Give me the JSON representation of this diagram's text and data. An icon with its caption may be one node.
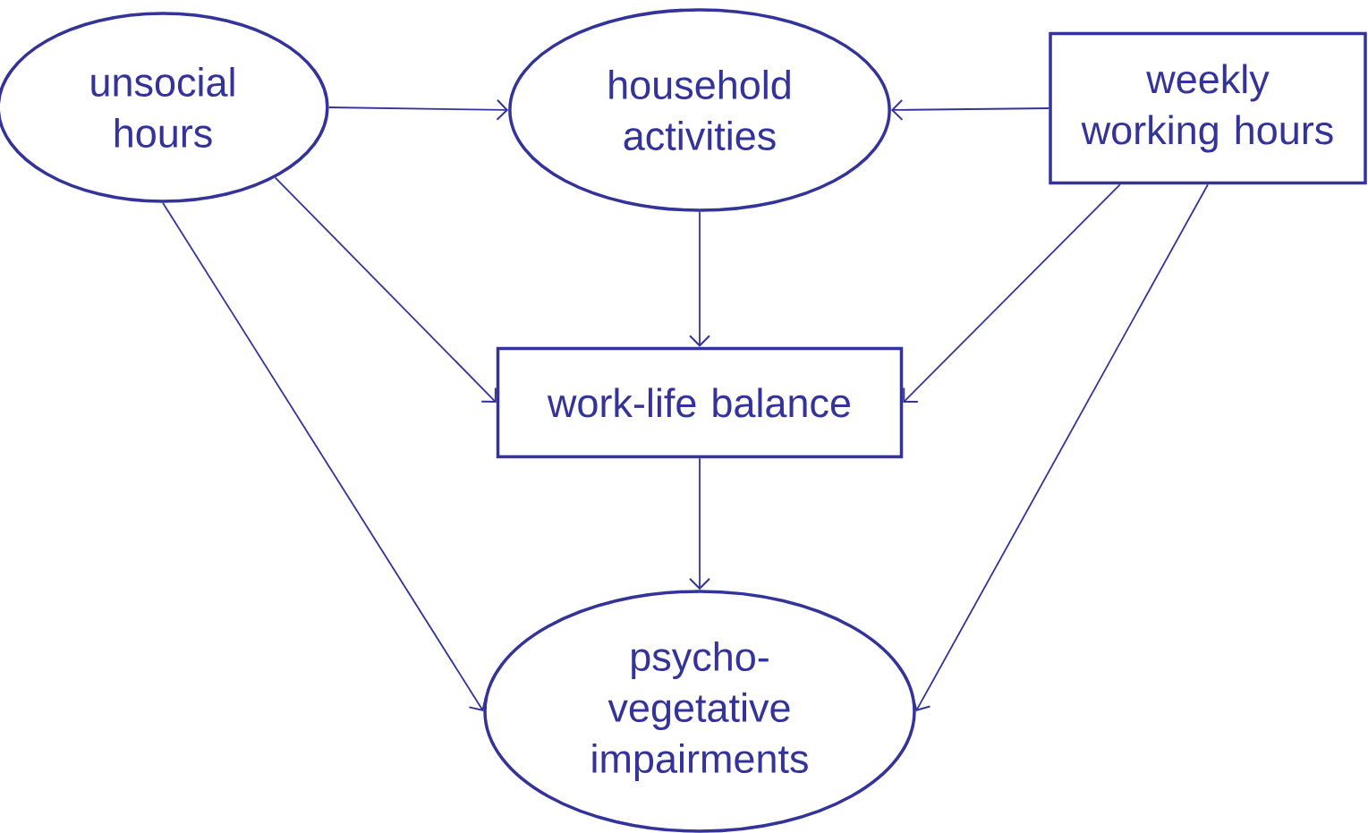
{
  "diagram": {
    "nodes": [
      {
        "text": [
          "unsocial hours"
        ]
      },
      {
        "text": [
          "household activities"
        ]
      },
      {
        "text": [
          "weekly working hours"
        ]
      },
      {
        "text": [
          "work-life balance"
        ]
      },
      {
        "text": [
          "psycho- vegetative impairments"
        ]
      }
    ],
    "edges": [
      {
        "from": 0,
        "to": 1,
        "arrow": "to"
      },
      {
        "from": 2,
        "to": 1,
        "arrow": "to"
      },
      {
        "from": 1,
        "to": 3,
        "arrow": "to"
      },
      {
        "from": 0,
        "to": 3,
        "arrow": "to"
      },
      {
        "from": 2,
        "to": 3,
        "arrow": "to"
      },
      {
        "from": 0,
        "to": 4,
        "arrow": "to"
      },
      {
        "from": 3,
        "to": 4,
        "arrow": "to"
      },
      {
        "from": 2,
        "to": 4,
        "arrow": "to"
      }
    ]
  }
}
